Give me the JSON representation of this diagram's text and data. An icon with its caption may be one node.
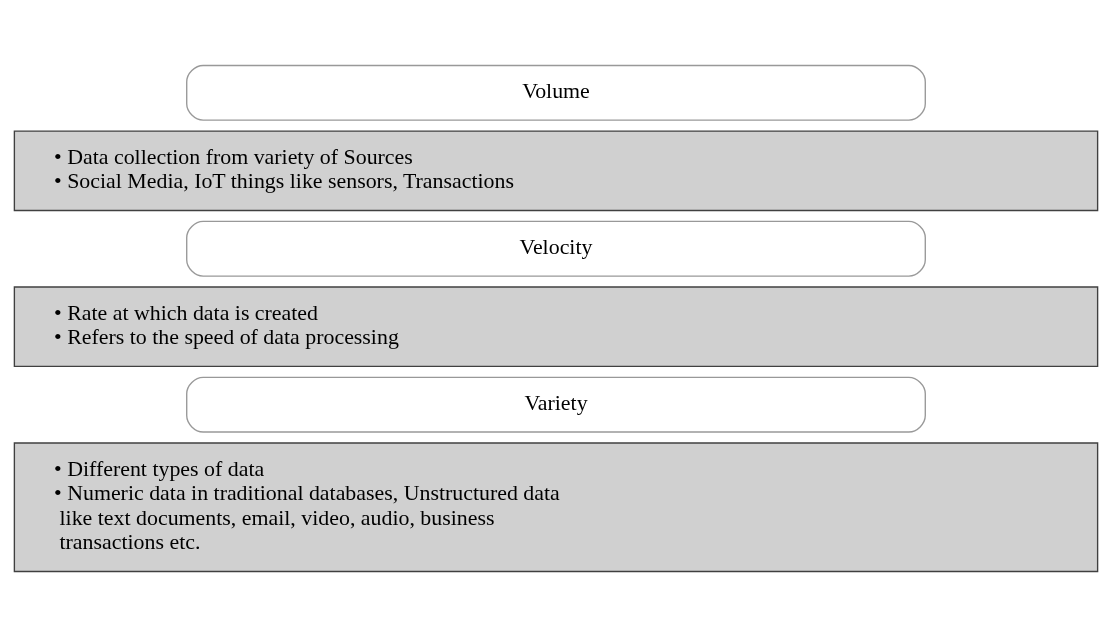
{
  "diagram": {
    "nodes": [
      {
        "text": [
          "Volume"
        ]
      },
      {
        "text": [
          "• Data collection from variety of Sources",
          "• Social Media, IoT things like sensors, Transactions"
        ]
      },
      {
        "text": [
          "Velocity"
        ]
      },
      {
        "text": [
          "• Rate at which data is created",
          "• Refers to the speed of data processing"
        ]
      },
      {
        "text": [
          "Variety"
        ]
      },
      {
        "text": [
          "• Different types of data",
          "• Numeric data in traditional databases, Unstructured data like text documents, email, video, audio, business transactions etc."
        ]
      }
    ]
  }
}
